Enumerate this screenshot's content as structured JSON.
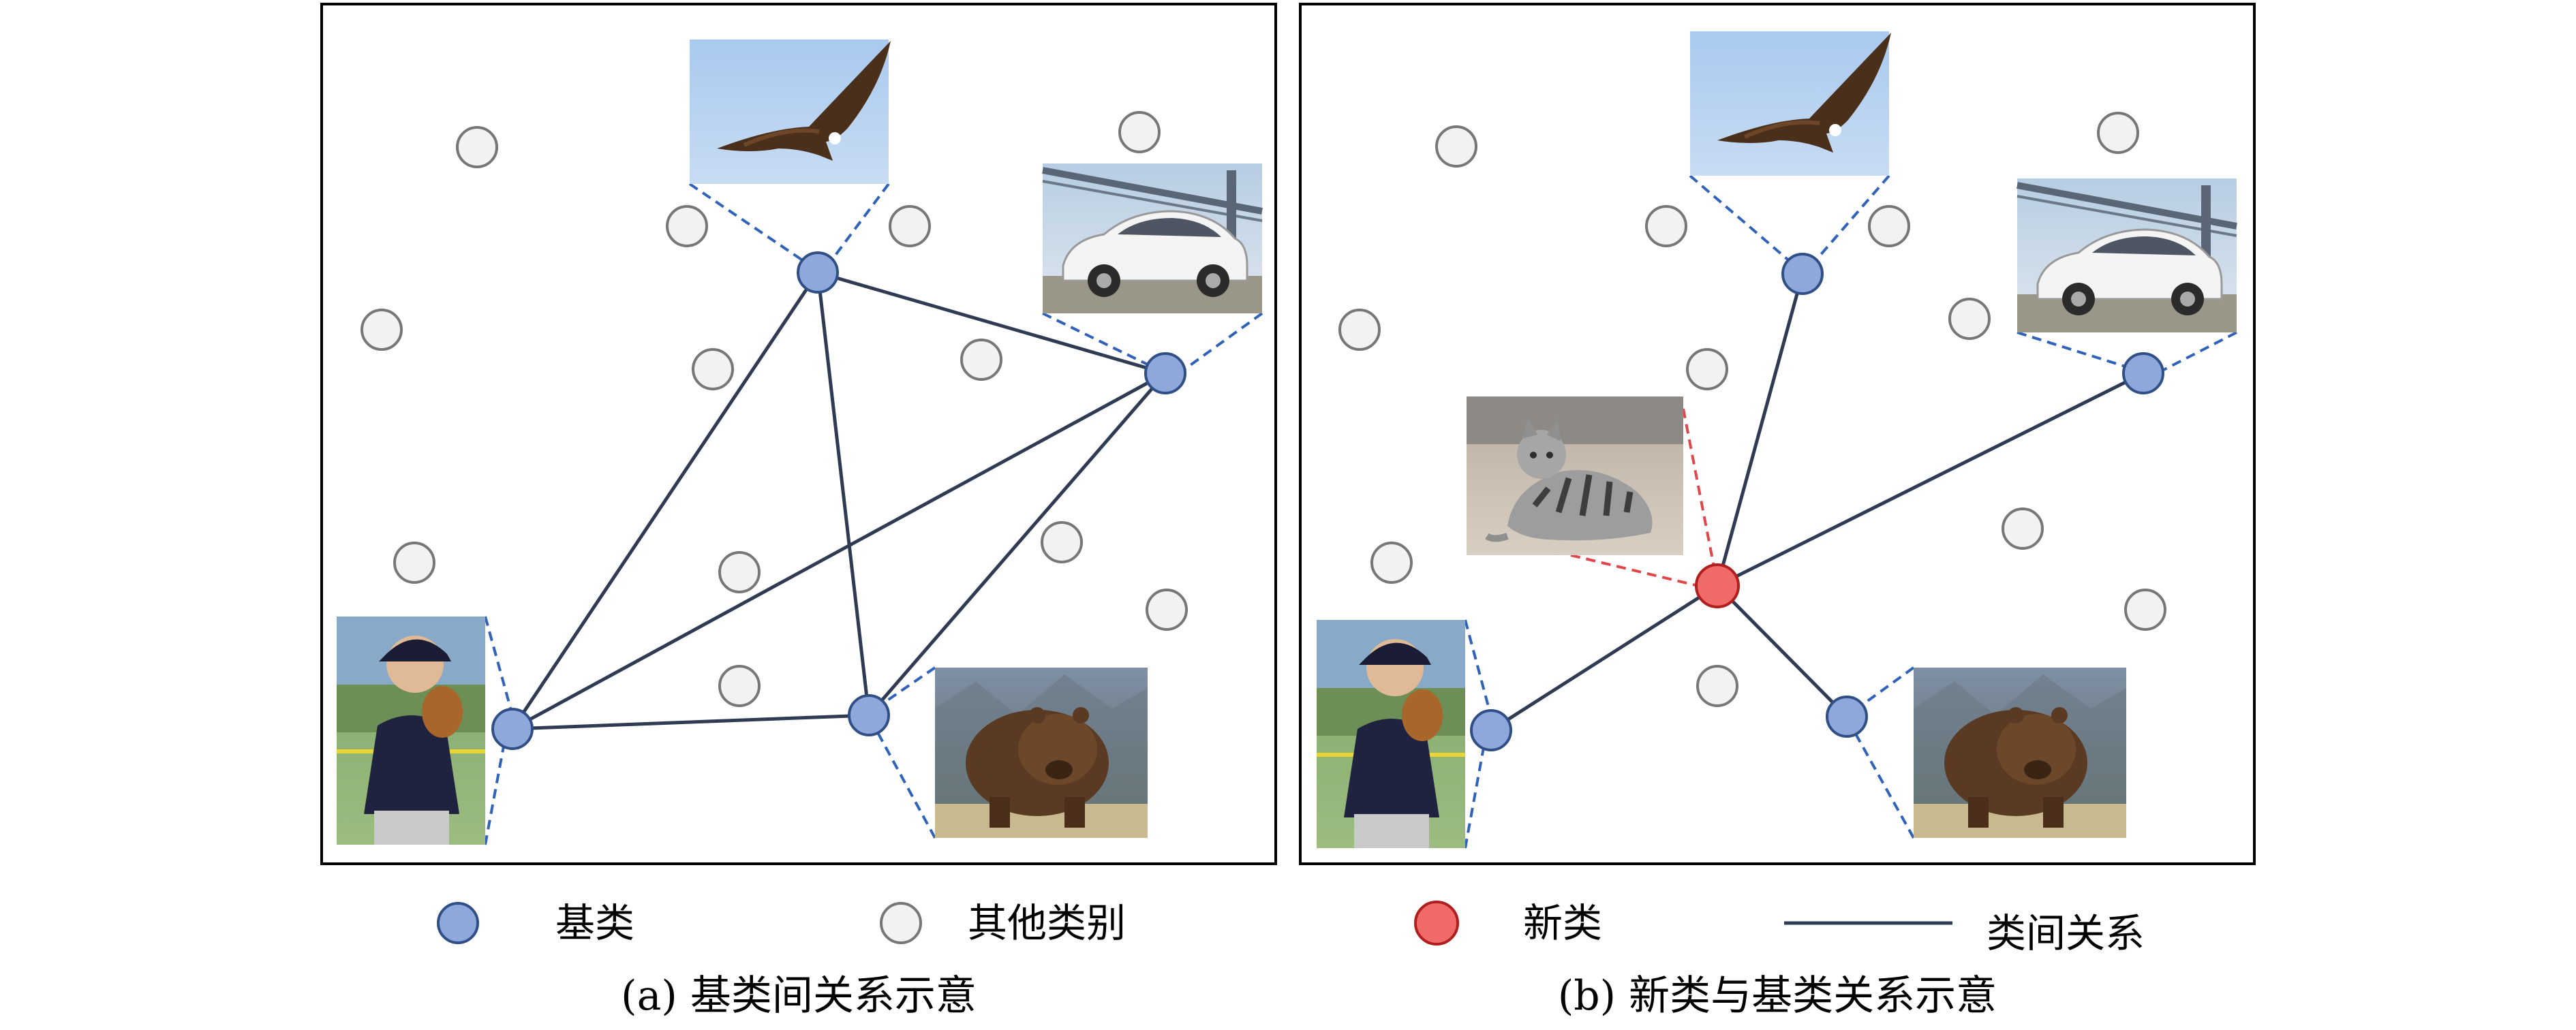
{
  "legend": {
    "base_class": "基类",
    "other_class": "其他类别",
    "new_class": "新类",
    "relation": "类间关系"
  },
  "captions": {
    "a": "(a) 基类间关系示意",
    "b": "(b) 新类与基类关系示意"
  },
  "colors": {
    "base_node": "#8fa8dc",
    "base_node_stroke": "#2f4f86",
    "other_node": "#f2f2f2",
    "other_node_stroke": "#777777",
    "new_node": "#f06a6a",
    "new_node_stroke": "#b01e1e",
    "relation_line": "#2e3b52",
    "image_link": "#2f62b8",
    "new_image_link": "#e0464a"
  },
  "panels": {
    "a": {
      "pictures": [
        "eagle-photo",
        "car-photo",
        "baseball-player-photo",
        "bear-photo"
      ]
    },
    "b": {
      "pictures": [
        "eagle-photo",
        "car-photo",
        "cat-photo",
        "baseball-player-photo",
        "bear-photo"
      ]
    }
  }
}
